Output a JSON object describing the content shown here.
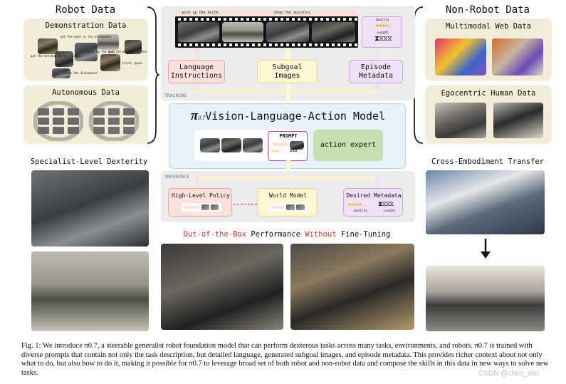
{
  "robot_data": {
    "title": "Robot Data",
    "demonstration": {
      "title": "Demonstration Data",
      "snippets": [
        "put the bowl in the dishwasher",
        "pick up the bowl",
        "put the ketchup in the fridge",
        "put the ketchup to the left",
        "silver spoon",
        "close the dishwasher"
      ]
    },
    "autonomous": {
      "title": "Autonomous Data"
    }
  },
  "non_robot_data": {
    "title": "Non-Robot Data",
    "web": {
      "title": "Multimodal Web Data"
    },
    "egocentric": {
      "title": "Egocentric Human Data"
    }
  },
  "training": {
    "label": "TRAINING",
    "film_captions": [
      "pick up the knife",
      "chop the zucchini"
    ],
    "metadata_card": {
      "quality": "Quality",
      "length": "Length"
    },
    "boxes": {
      "language": "Language Instructions",
      "subgoal": "Subgoal Images",
      "metadata": "Episode Metadata"
    }
  },
  "model": {
    "pi": "π",
    "sub": "0.7",
    "title": "Vision-Language-Action Model",
    "prompt": "PROMPT",
    "action_expert": "action expert"
  },
  "inference": {
    "label": "INFERENCE",
    "policy": "High-Level Policy",
    "world": "World Model",
    "desired": "Desired Metadata",
    "quality": "Quality",
    "length": "Length"
  },
  "sections": {
    "dexterity": "Specialist-Level Dexterity",
    "transfer": "Cross-Embodiment Transfer",
    "oob": {
      "part1": "Out-of-the-Box",
      "part2": " Performance ",
      "part3": "Without",
      "part4": " Fine-Tuning"
    }
  },
  "caption": {
    "label": "Fig. 1:",
    "text": "We introduce π0.7, a steerable generalist robot foundation model that can perform dexterous tasks across many tasks, environments, and robots. π0.7 is trained with diverse prompts that contain not only the task description, but detailed language, generated subgoal images, and episode metadata. This provides richer context about not only what to do, but also how to do it, making it possible for π0.7 to leverage broad set of both robot and non-robot data and compose the skills in this data in new ways to solve new tasks."
  },
  "watermark": "CSDN @chen_znn",
  "colors": {
    "panel_bg": "#f3ecd9",
    "gray_panel": "#ececec",
    "blue_panel": "#e6f1fb",
    "language_box": "#fbe1dc",
    "subgoal_box": "#fdf7d4",
    "metadata_box": "#f1e0f5",
    "action_expert": "#c6dfae",
    "red": "#d0342c",
    "star": "#e8b100"
  }
}
